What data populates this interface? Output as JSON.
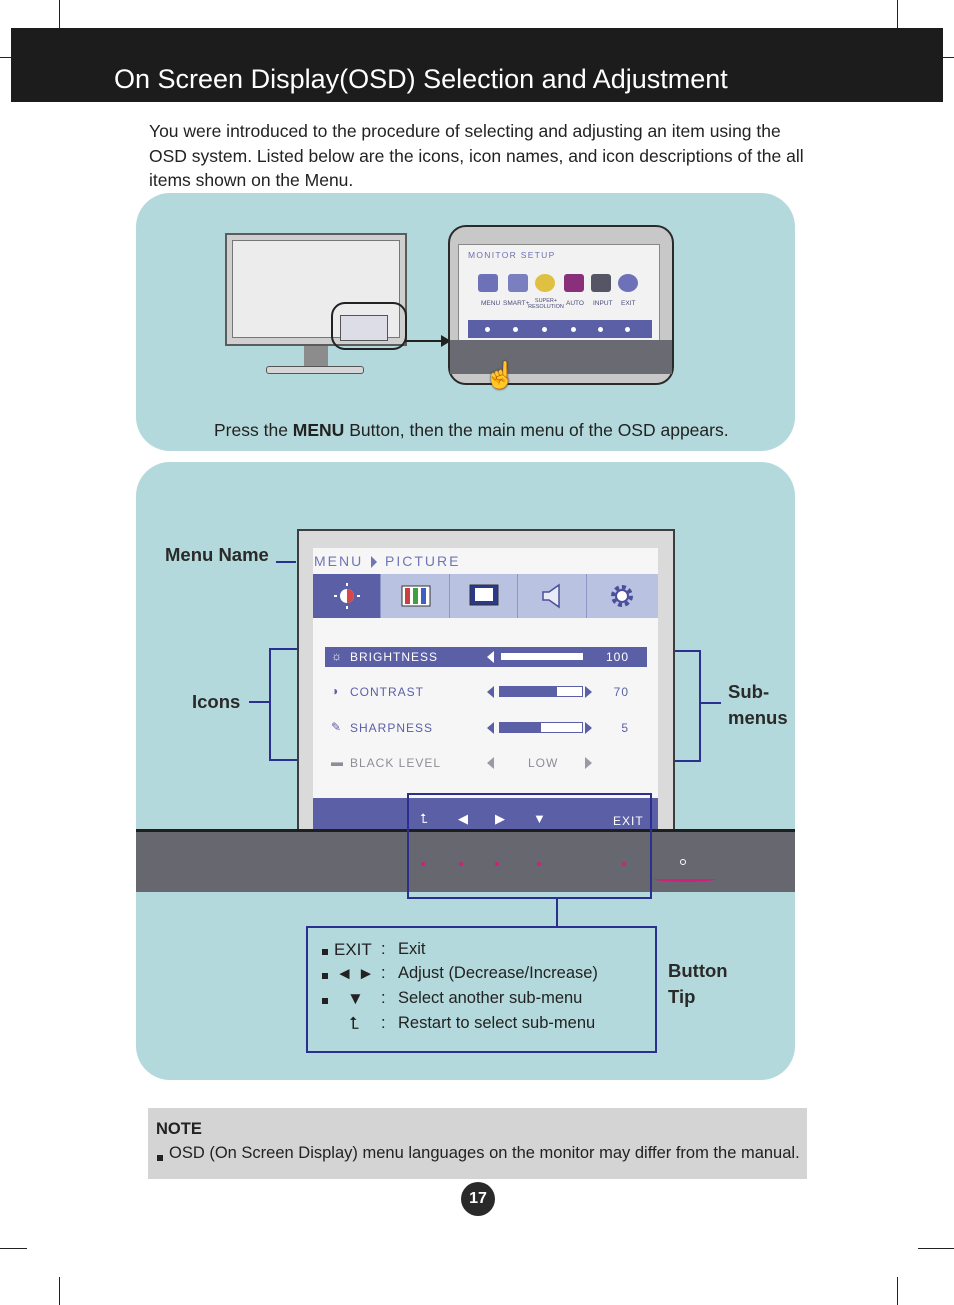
{
  "header": {
    "title": "On Screen Display(OSD) Selection and Adjustment"
  },
  "intro": "You were introduced to the procedure of selecting and adjusting an item using the OSD system. Listed below are the icons, icon names, and icon descriptions of the all items shown on the Menu.",
  "step1": {
    "zoom_title": "MONITOR SETUP",
    "buttons": [
      "MENU",
      "SMART+",
      "SUPER+ RESOLUTION",
      "AUTO",
      "INPUT",
      "EXIT"
    ],
    "caption_pre": "Press the ",
    "caption_bold": "MENU",
    "caption_post": " Button, then the main menu of the OSD appears."
  },
  "osd": {
    "menu_root": "MENU",
    "menu_current": "PICTURE",
    "tabs": [
      "picture-icon",
      "color-icon",
      "display-icon",
      "volume-icon",
      "setup-icon"
    ],
    "submenus": [
      {
        "label": "BRIGHTNESS",
        "value": "100",
        "level": 1.0
      },
      {
        "label": "CONTRAST",
        "value": "70",
        "level": 0.7
      },
      {
        "label": "SHARPNESS",
        "value": "5",
        "level": 0.5
      },
      {
        "label": "BLACK LEVEL",
        "value": "LOW"
      }
    ],
    "exit_label": "EXIT"
  },
  "labels": {
    "menu_name": "Menu Name",
    "icons": "Icons",
    "submenus_1": "Sub-",
    "submenus_2": "menus",
    "button_tip_1": "Button",
    "button_tip_2": "Tip"
  },
  "tips": [
    {
      "key": "EXIT",
      "desc": "Exit"
    },
    {
      "key": "◄ ►",
      "desc": "Adjust (Decrease/Increase)"
    },
    {
      "key": "▼",
      "desc": "Select another sub-menu"
    },
    {
      "key": "⮤",
      "desc": "Restart to select sub-menu"
    }
  ],
  "note": {
    "title": "NOTE",
    "text": "OSD (On Screen Display) menu languages on the monitor may differ from the manual."
  },
  "page_number": "17"
}
